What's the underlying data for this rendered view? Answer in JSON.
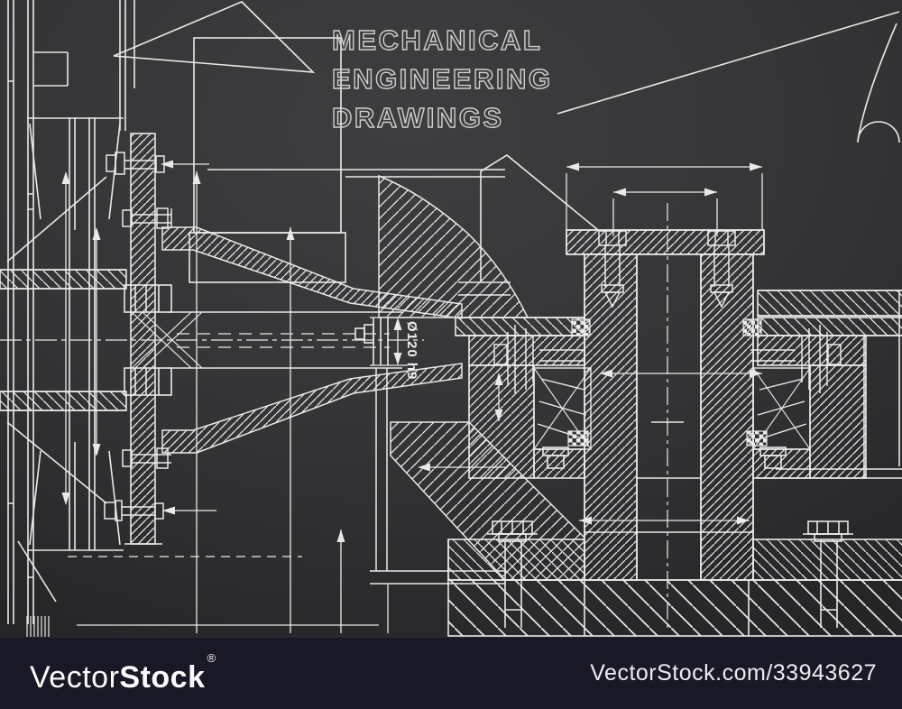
{
  "title": {
    "lines": [
      "MECHANICAL",
      "ENGINEERING",
      "DRAWINGS"
    ]
  },
  "annotations": {
    "dimension_label": "Ø120 h9"
  },
  "watermark": {
    "brand_prefix": "Vector",
    "brand_suffix": "Stock",
    "registered_symbol": "®",
    "site_credit": "VectorStock.com/33943627"
  },
  "colors": {
    "background_center": "#3e3e41",
    "background_edge": "#252528",
    "line": "#e9e9e9",
    "title_outline": "#cfcfcf",
    "watermark_bar": "#181826",
    "watermark_text": "#fafafa"
  }
}
